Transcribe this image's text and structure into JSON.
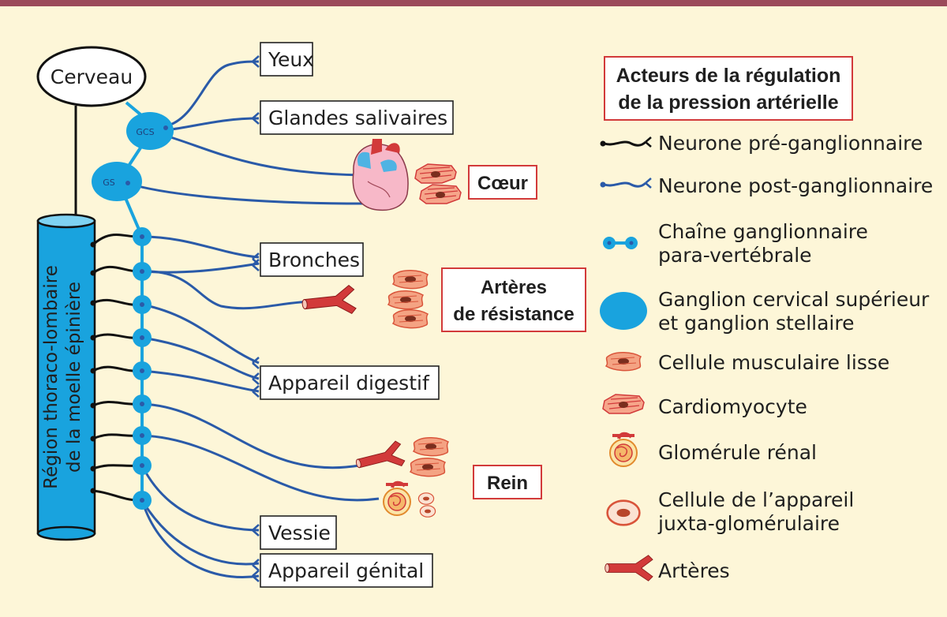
{
  "brain": "Cerveau",
  "spine": {
    "line1": "Région thoraco-lombaire",
    "line2": "de la moelle épinière"
  },
  "ganglia": {
    "gcs": "GCS",
    "gs": "GS"
  },
  "targets": {
    "yeux": "Yeux",
    "glandes": "Glandes salivaires",
    "bronches": "Bronches",
    "digestif": "Appareil digestif",
    "vessie": "Vessie",
    "genital": "Appareil génital"
  },
  "organs": {
    "coeur": "Cœur",
    "arteres_line1": "Artères",
    "arteres_line2": "de résistance",
    "rein": "Rein"
  },
  "legend": {
    "title_line1": "Acteurs de la régulation",
    "title_line2": "de la pression artérielle",
    "items": [
      {
        "line1": "Neurone pré-ganglionnaire",
        "line2": ""
      },
      {
        "line1": "Neurone post-ganglionnaire",
        "line2": ""
      },
      {
        "line1": "Chaîne ganglionnaire",
        "line2": "para-vertébrale"
      },
      {
        "line1": "Ganglion cervical supérieur",
        "line2": "et ganglion stellaire"
      },
      {
        "line1": "Cellule musculaire lisse",
        "line2": ""
      },
      {
        "line1": "Cardiomyocyte",
        "line2": ""
      },
      {
        "line1": "Glomérule rénal",
        "line2": ""
      },
      {
        "line1": "Cellule de l’appareil",
        "line2": "juxta-glomérulaire"
      },
      {
        "line1": "Artères",
        "line2": ""
      }
    ]
  },
  "colors": {
    "background": "#fdf6d8",
    "top_bar": "#9b4a5a",
    "cyan": "#19a3de",
    "pre_neuron": "#111111",
    "post_neuron": "#2a5aa8",
    "organ_box": "#d23a3a"
  }
}
